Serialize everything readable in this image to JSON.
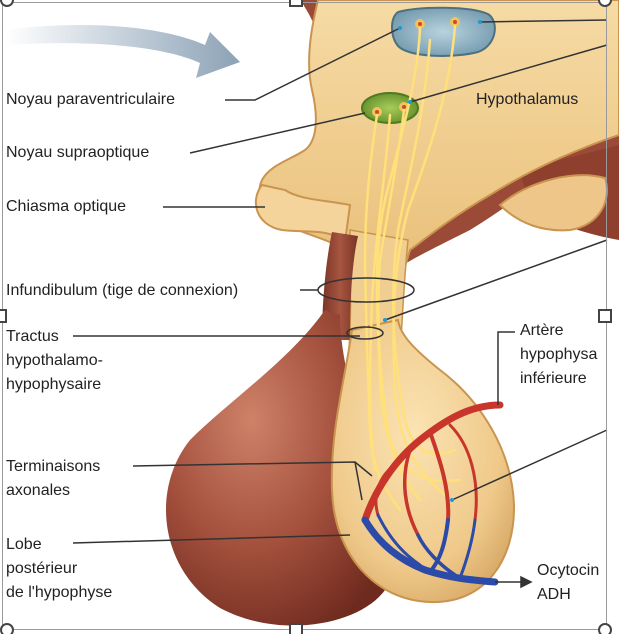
{
  "figure": {
    "labels": {
      "noyau_paraventriculaire": "Noyau paraventriculaire",
      "noyau_supraoptique": "Noyau supraoptique",
      "chiasma_optique": "Chiasma optique",
      "hypothalamus": "Hypothalamus",
      "infundibulum": "Infundibulum (tige de connexion)",
      "tractus": [
        "Tractus",
        "hypothalamo-",
        "hypophysaire"
      ],
      "artere": [
        "Artère",
        "hypophysa",
        "inférieure"
      ],
      "terminaisons": [
        "Terminaisons",
        "axonales"
      ],
      "lobe": [
        "Lobe",
        "postérieur",
        "de l'hypophyse"
      ],
      "hormones": [
        "Ocytocin",
        "ADH"
      ]
    },
    "colors": {
      "tissue_beige": "#f2cf93",
      "tissue_edge": "#c9944f",
      "anterior_lobe": "#a24f3c",
      "paraventricular_nucleus": "#8fb3c4",
      "supraoptic_nucleus": "#7fa83a",
      "axons": "#ffe07a",
      "artery": "#c8352a",
      "vein": "#2c4aa8",
      "leader_line": "#333333"
    }
  }
}
